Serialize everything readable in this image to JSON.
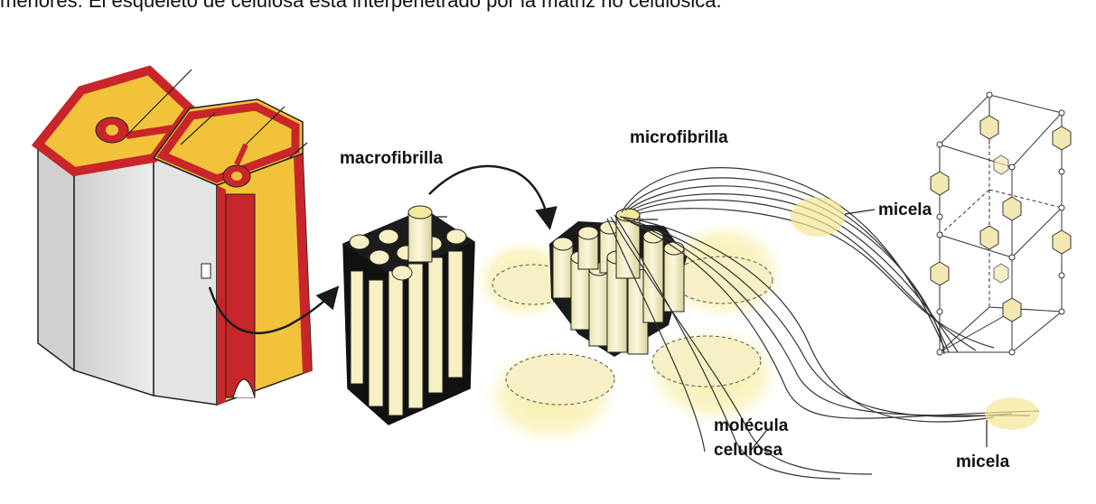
{
  "caption": "menores. El esqueleto de celulosa está interpenetrado por la matriz no celulósica.",
  "labels": {
    "macrofibrilla": "macrofibrilla",
    "microfibrilla": "microfibrilla",
    "micela_top": "micela",
    "molecula_line1": "molécula",
    "molecula_line2": "celulosa",
    "micela_bottom": "micela"
  },
  "colors": {
    "cell_wall_red": "#c8262a",
    "cell_yellow": "#f2c33a",
    "fibril_cream": "#f7f0c4",
    "glow_yellow": "#f8eea0",
    "ink": "#1a1a1a"
  }
}
